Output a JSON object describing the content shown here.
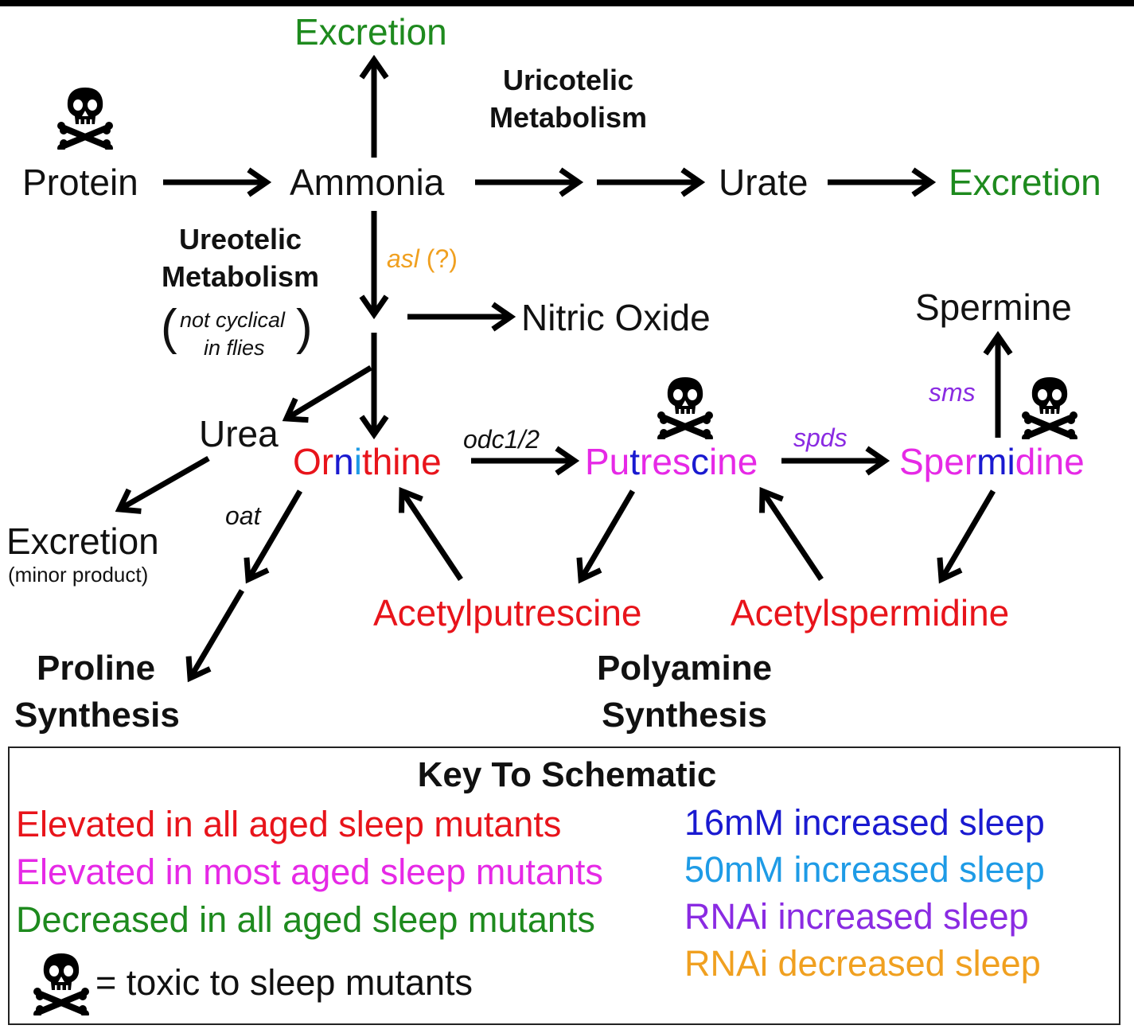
{
  "nodes": {
    "protein": "Protein",
    "ammonia": "Ammonia",
    "urate": "Urate",
    "excretion_top": "Excretion",
    "excretion_right": "Excretion",
    "excretion_left": "Excretion",
    "excretion_minor": "(minor product)",
    "nitric_oxide": "Nitric Oxide",
    "urea": "Urea",
    "ornithine": [
      "Or",
      "n",
      "i",
      "thine"
    ],
    "putrescine": [
      "Pu",
      "t",
      "res",
      "c",
      "ine"
    ],
    "spermidine": [
      "Sper",
      "mi",
      "d",
      "ine"
    ],
    "spermine": "Spermine",
    "acetylputrescine": "Acetylputrescine",
    "acetylspermidine": "Acetylspermidine"
  },
  "labels": {
    "uricotelic_1": "Uricotelic",
    "uricotelic_2": "Metabolism",
    "ureotelic_1": "Ureotelic",
    "ureotelic_2": "Metabolism",
    "note_1": "not cyclical",
    "note_2": "in flies",
    "proline_1": "Proline",
    "proline_2": "Synthesis",
    "polyamine_1": "Polyamine",
    "polyamine_2": "Synthesis"
  },
  "enzymes": {
    "asl": "asl",
    "asl_q": " (?)",
    "odc": "odc1/2",
    "spds": "spds",
    "sms": "sms",
    "oat": "oat"
  },
  "key": {
    "title": "Key To Schematic",
    "left": [
      {
        "text": "Elevated in all aged sleep mutants",
        "color": "#e8141b"
      },
      {
        "text": "Elevated in most aged sleep mutants",
        "color": "#e629e6"
      },
      {
        "text": "Decreased in all aged sleep mutants",
        "color": "#1e8a1e"
      }
    ],
    "right": [
      {
        "text": "16mM increased sleep",
        "color": "#1a1ad0"
      },
      {
        "text": "50mM increased sleep",
        "color": "#1e9be6"
      },
      {
        "text": "RNAi increased sleep",
        "color": "#8a2be2"
      },
      {
        "text": "RNAi decreased sleep",
        "color": "#f0a020"
      }
    ],
    "toxic": "= toxic to sleep mutants"
  },
  "colors": {
    "red": "#e8141b",
    "magenta": "#e629e6",
    "green": "#1e8a1e",
    "blue": "#1a1ad0",
    "lightblue": "#1e9be6",
    "purple": "#8a2be2",
    "orange": "#f0a020"
  },
  "icons": [
    "skull-crossbones-icon"
  ]
}
